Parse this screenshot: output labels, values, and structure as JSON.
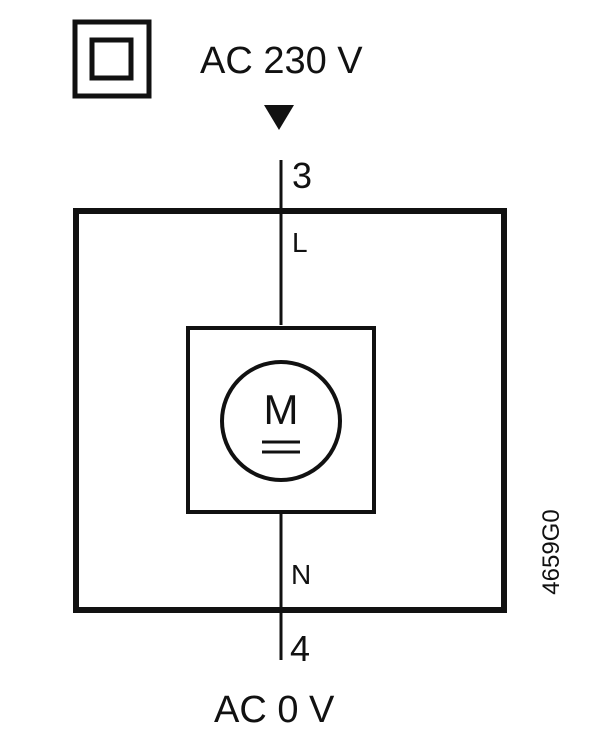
{
  "supply": {
    "top_label": "AC 230 V",
    "bottom_label": "AC 0 V"
  },
  "terminals": {
    "top_number": "3",
    "bottom_number": "4",
    "line_label": "L",
    "neutral_label": "N"
  },
  "motor": {
    "symbol": "M"
  },
  "symbols": {
    "insulation_icon": "double-insulation-icon",
    "direction_icon": "arrow-down-icon",
    "dc_marker_icon": "double-line-icon"
  },
  "drawing_code": "4659G0",
  "colors": {
    "stroke": "#111111",
    "background": "#ffffff"
  }
}
